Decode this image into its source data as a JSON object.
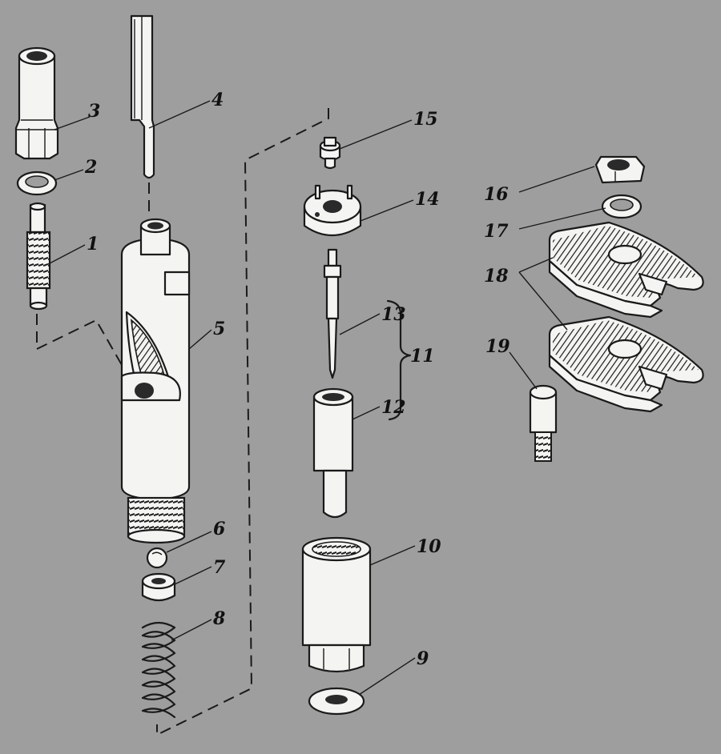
{
  "parts": [
    {
      "id": "1",
      "label": "1"
    },
    {
      "id": "2",
      "label": "2"
    },
    {
      "id": "3",
      "label": "3"
    },
    {
      "id": "4",
      "label": "4"
    },
    {
      "id": "5",
      "label": "5"
    },
    {
      "id": "6",
      "label": "6"
    },
    {
      "id": "7",
      "label": "7"
    },
    {
      "id": "8",
      "label": "8"
    },
    {
      "id": "9",
      "label": "9"
    },
    {
      "id": "10",
      "label": "10"
    },
    {
      "id": "11",
      "label": "11"
    },
    {
      "id": "12",
      "label": "12"
    },
    {
      "id": "13",
      "label": "13"
    },
    {
      "id": "14",
      "label": "14"
    },
    {
      "id": "15",
      "label": "15"
    },
    {
      "id": "16",
      "label": "16"
    },
    {
      "id": "17",
      "label": "17"
    },
    {
      "id": "18",
      "label": "18"
    },
    {
      "id": "19",
      "label": "19"
    }
  ]
}
